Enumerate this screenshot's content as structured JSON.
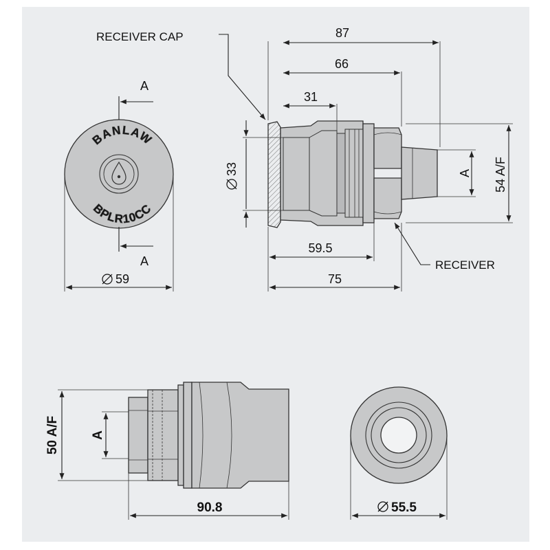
{
  "colors": {
    "panel": "#ebedef",
    "part_fill": "#c7c8c9",
    "part_dark": "#9fa0a2",
    "line": "#222222"
  },
  "top_left_view": {
    "section_marker_top": "A",
    "section_marker_bottom": "A",
    "diameter": "59",
    "cap_brand": "BANLAW",
    "cap_code": "BPLR10CC"
  },
  "top_right_view": {
    "callout_cap": "RECEIVER CAP",
    "callout_receiver": "RECEIVER",
    "dim_87": "87",
    "dim_66": "66",
    "dim_31": "31",
    "dim_33": "33",
    "dim_A": "A",
    "dim_54af": "54 A/F",
    "dim_595": "59.5",
    "dim_75": "75"
  },
  "bottom_left_view": {
    "dim_50af": "50 A/F",
    "dim_A": "A",
    "dim_908": "90.8"
  },
  "bottom_right_view": {
    "diameter": "55.5"
  }
}
